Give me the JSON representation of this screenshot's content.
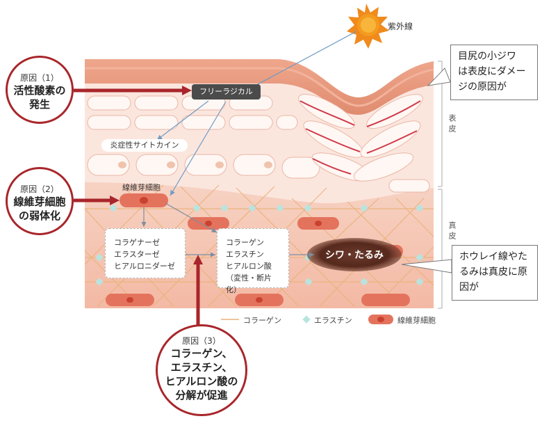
{
  "uv": {
    "label": "紫外線"
  },
  "free_radical": {
    "label": "フリーラジカル"
  },
  "cytokine": {
    "label": "炎症性サイトカイン"
  },
  "fibroblast": {
    "label": "線維芽細胞"
  },
  "enzymes": {
    "lines": [
      "コラゲナーゼ",
      "エラスターゼ",
      "ヒアルロニダーゼ"
    ]
  },
  "matrix": {
    "lines": [
      "コラーゲン",
      "エラスチン",
      "ヒアルロン酸",
      "（変性・断片化）"
    ]
  },
  "wrinkle": {
    "label": "シワ・たるみ"
  },
  "layers": {
    "epidermis": "表皮",
    "dermis": "真皮"
  },
  "causes": [
    {
      "label": "原因（1）",
      "text": [
        "活性酸素の",
        "発生"
      ]
    },
    {
      "label": "原因（2）",
      "text": [
        "線維芽細胞",
        "の弱体化"
      ]
    },
    {
      "label": "原因（3）",
      "text": [
        "コラーゲン、",
        "エラスチン、",
        "ヒアルロン酸の",
        "分解が促進"
      ]
    }
  ],
  "callouts": {
    "epidermis": [
      "目尻の小ジワ",
      "は表皮にダメー",
      "ジの原因が"
    ],
    "dermis": [
      "ホウレイ線やた",
      "るみは真皮に原",
      "因が"
    ]
  },
  "legend": {
    "collagen": "コラーゲン",
    "elastin": "エラスチン",
    "fibroblast": "線維芽細胞"
  },
  "colors": {
    "cause_red": "#a8262b",
    "skin_top": "#e8967a",
    "dermis": "#f6c9b8",
    "wrinkle": "#5a2e22"
  }
}
